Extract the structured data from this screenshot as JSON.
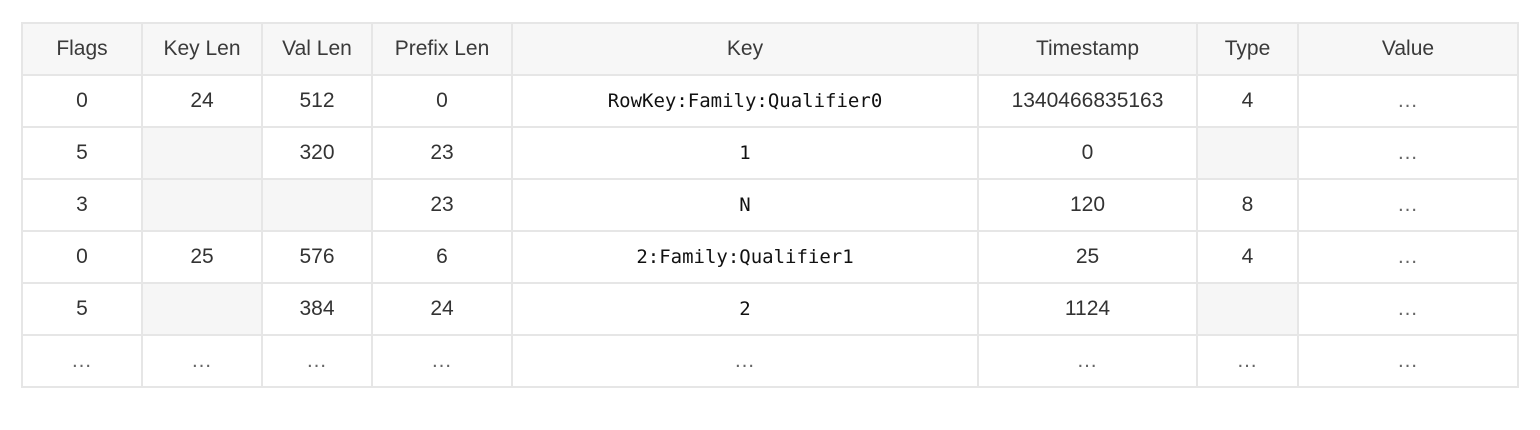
{
  "columns": [
    "Flags",
    "Key Len",
    "Val Len",
    "Prefix Len",
    "Key",
    "Timestamp",
    "Type",
    "Value"
  ],
  "rows": [
    [
      "0",
      "24",
      "512",
      "0",
      "RowKey:Family:Qualifier0",
      "1340466835163",
      "4",
      "…"
    ],
    [
      "5",
      "",
      "320",
      "23",
      "1",
      "0",
      "",
      "…"
    ],
    [
      "3",
      "",
      "",
      "23",
      "N",
      "120",
      "8",
      "…"
    ],
    [
      "0",
      "25",
      "576",
      "6",
      "2:Family:Qualifier1",
      "25",
      "4",
      "…"
    ],
    [
      "5",
      "",
      "384",
      "24",
      "2",
      "1124",
      "",
      "…"
    ],
    [
      "…",
      "…",
      "…",
      "…",
      "…",
      "…",
      "…",
      "…"
    ]
  ]
}
